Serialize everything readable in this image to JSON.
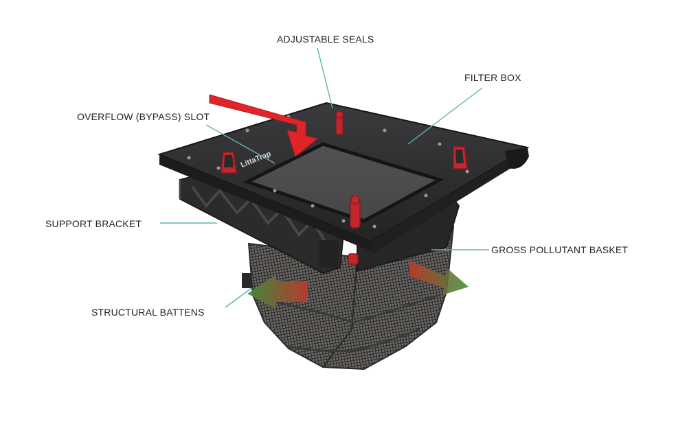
{
  "labels": {
    "adjustable_seals": "ADJUSTABLE SEALS",
    "filter_box": "FILTER BOX",
    "overflow_slot": "OVERFLOW (BYPASS) SLOT",
    "support_bracket": "SUPPORT BRACKET",
    "gross_pollutant_basket": "GROSS POLLUTANT BASKET",
    "structural_battens": "STRUCTURAL BATTENS"
  },
  "brand_mark": "LittaTrap",
  "colors": {
    "leader_line": "#5fb3b0",
    "frame": "#2a2a2b",
    "frame_dark": "#1b1b1c",
    "seal": "#c4262e",
    "inflow_arrow": "#e0242a",
    "outflow_start": "#c0392b",
    "outflow_end": "#3f8f3a",
    "mesh": "#3a3a3a"
  }
}
